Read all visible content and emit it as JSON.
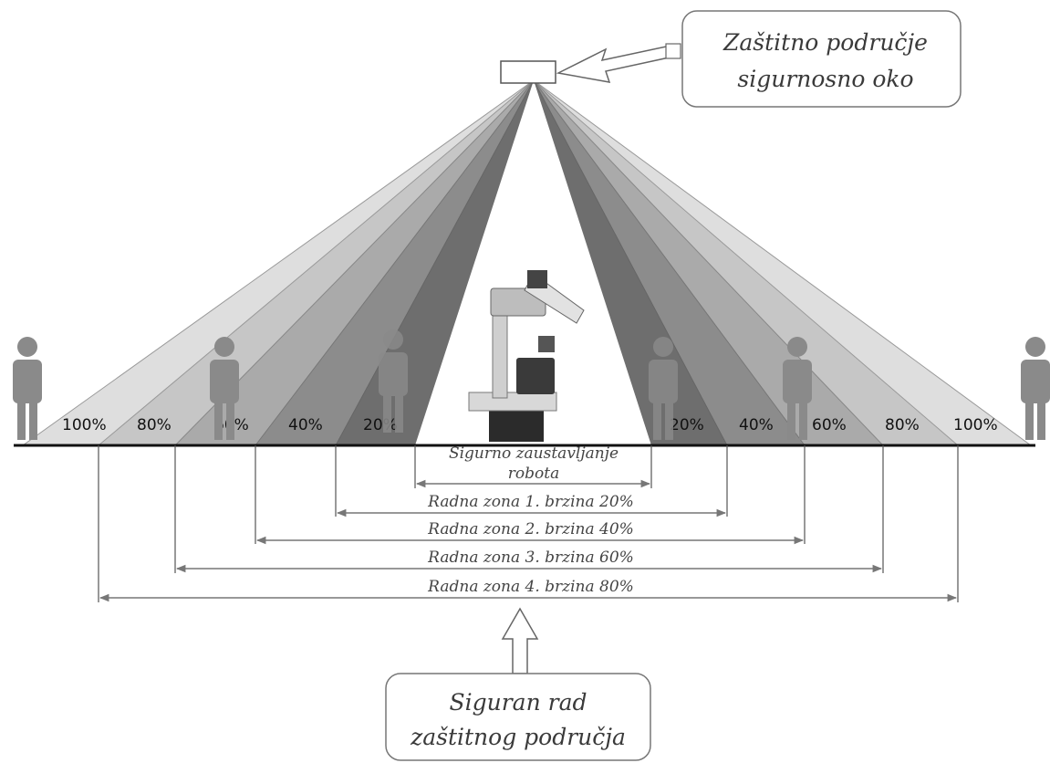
{
  "callouts": {
    "top_line1": "Zaštitno područje",
    "top_line2": "sigurnosno oko",
    "bottom_line1": "Siguran rad",
    "bottom_line2": "zaštitnog područja"
  },
  "zone_percent_labels_left": [
    "100%",
    "80%",
    "60%",
    "40%",
    "20%"
  ],
  "zone_percent_labels_right": [
    "20%",
    "40%",
    "60%",
    "80%",
    "100%"
  ],
  "dimension_labels": {
    "stop_line1": "Sigurno zaustavljanje",
    "stop_line2": "robota",
    "zone1": "Radna zona 1. brzina 20%",
    "zone2": "Radna zona 2. brzina 40%",
    "zone3": "Radna zona 3. brzina 60%",
    "zone4": "Radna zona 4. brzina 80%"
  },
  "colors": {
    "band_inner": "#6e6e6e",
    "band_2": "#8c8c8c",
    "band_3": "#aaaaaa",
    "band_4": "#c6c6c6",
    "band_outer": "#dedede",
    "ground": "#111111",
    "person": "#8a8a8a"
  }
}
